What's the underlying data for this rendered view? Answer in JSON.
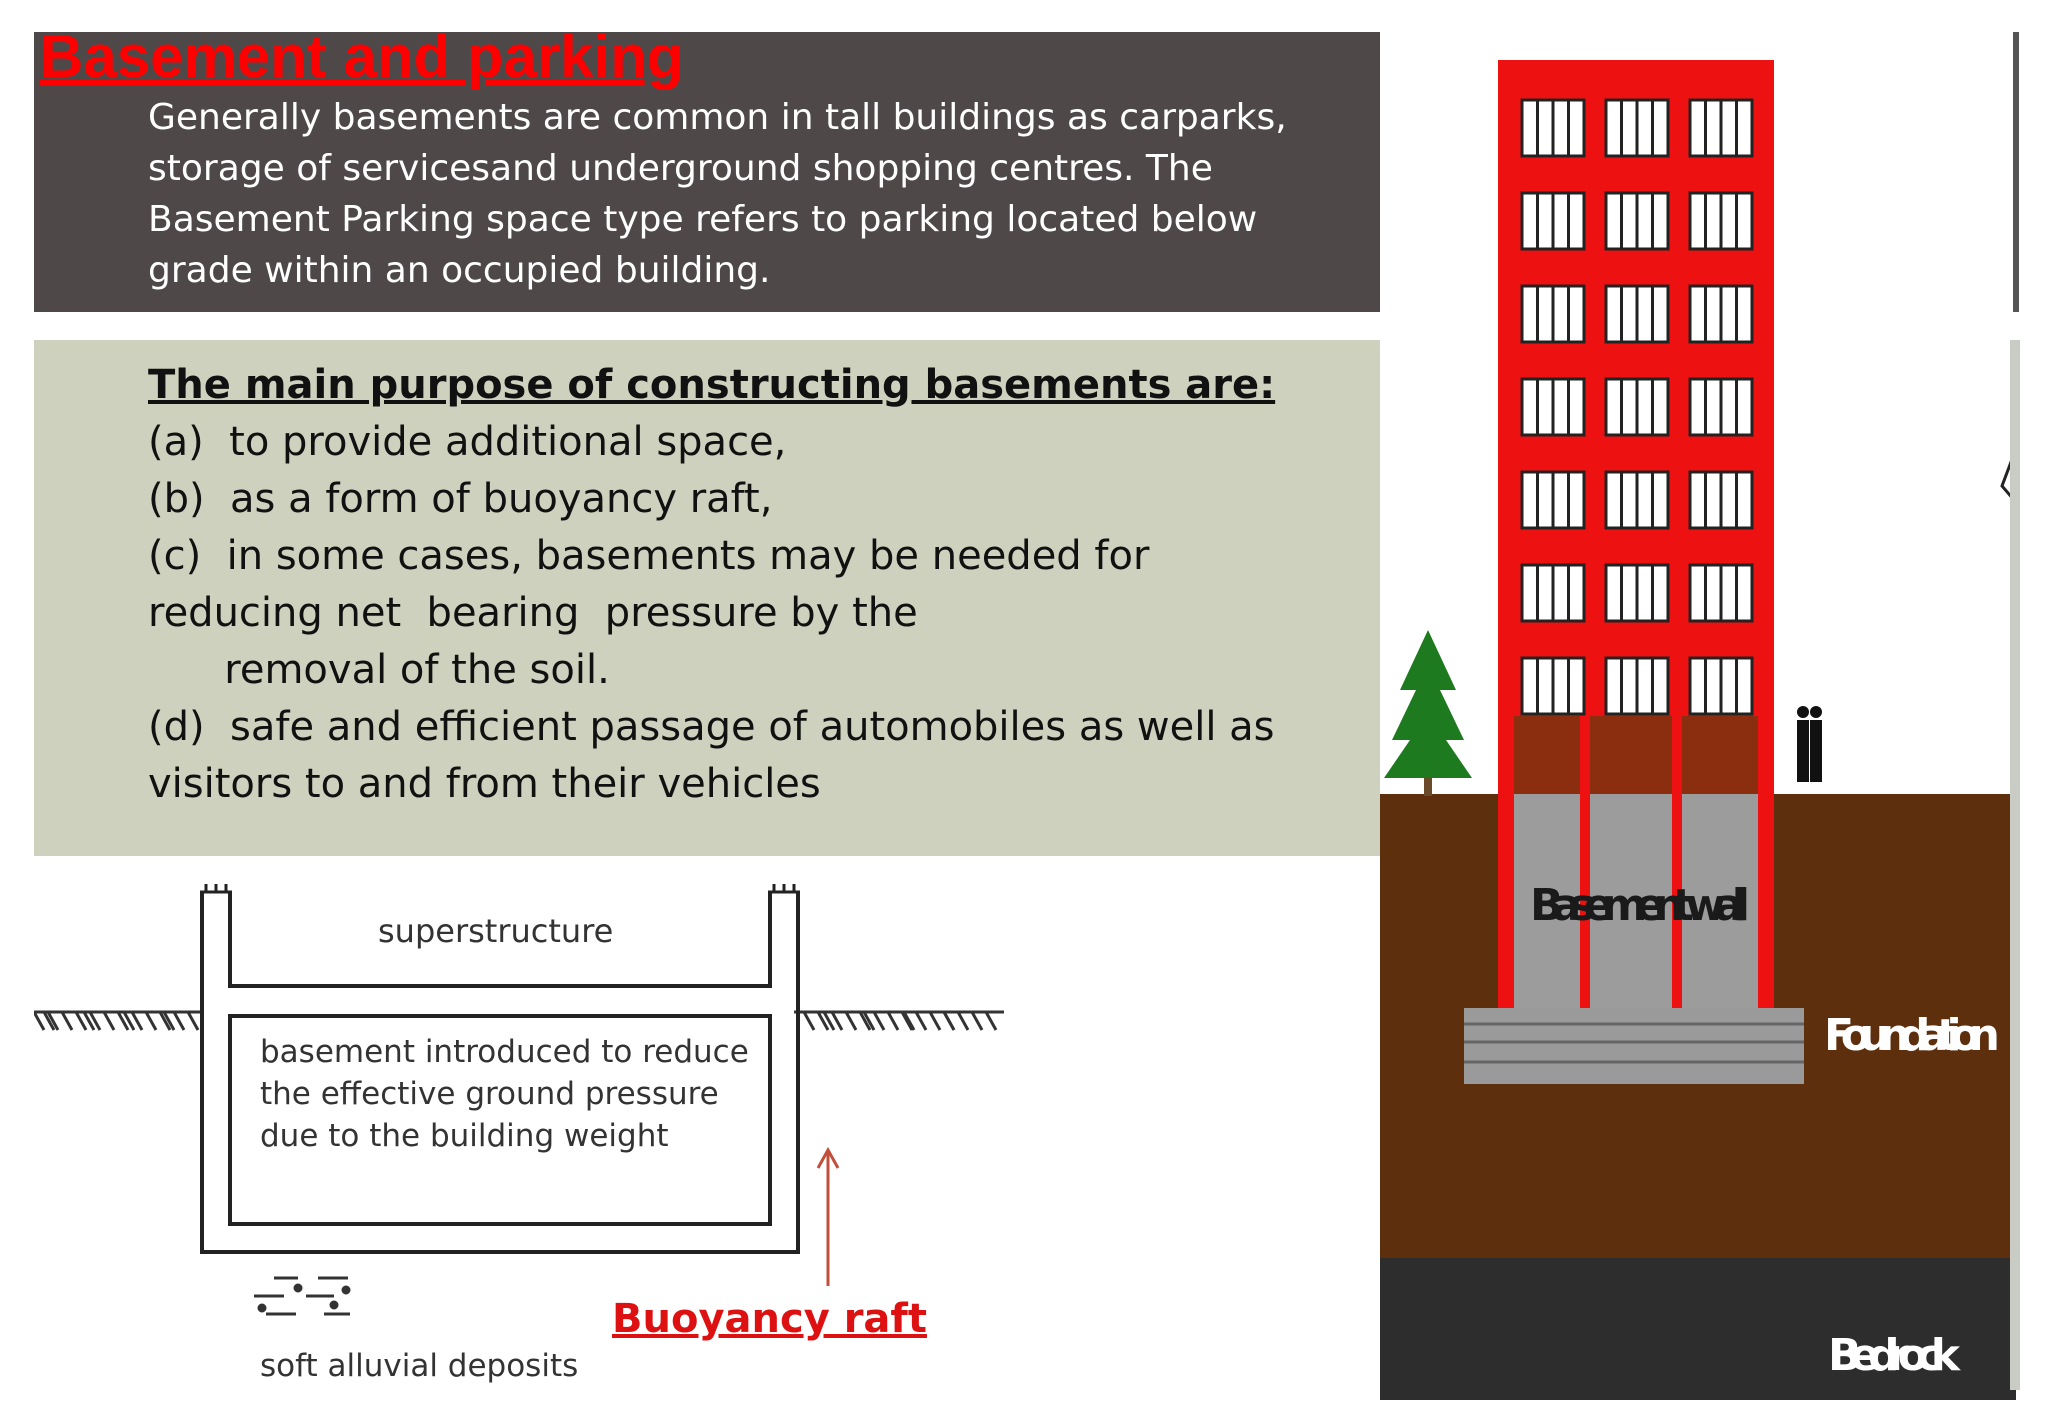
{
  "slide": {
    "title": "Basement and parking",
    "intro": "Generally basements are common in tall buildings as carparks, storage of servicesand underground shopping centres. The Basement Parking space type refers to parking located below grade within an occupied building."
  },
  "purpose": {
    "heading": "The main purpose of constructing basements are:",
    "lines": [
      "(a)  to provide additional space,",
      "(b)  as a form of buoyancy raft,",
      "(c)  in some cases, basements may be needed for",
      "reducing net  bearing  pressure by the",
      "      removal of the soil.",
      "(d)  safe and efficient passage of automobiles as well as",
      "visitors to and from their vehicles"
    ]
  },
  "diagram": {
    "superstructure": "superstructure",
    "basement_lines": [
      "basement introduced to reduce",
      "the effective ground pressure",
      "due to the building weight"
    ],
    "raft_label": "Buoyancy raft",
    "soil_label": "soft alluvial deposits"
  },
  "building": {
    "wall_label": "Basement wall",
    "foundation_label": "Foundation",
    "bedrock_label": "Bedrock",
    "colors": {
      "frame": "#ee1111",
      "soil": "#5e2f0d",
      "bedrock": "#2d2d2d",
      "basement": "#9c9c9c",
      "tree": "#1e7a1e"
    }
  },
  "colors": {
    "title": "#ff0000",
    "intro_bg": "#4f4849",
    "purpose_bg": "#cdd1bd",
    "raft_label": "#dd1111"
  }
}
